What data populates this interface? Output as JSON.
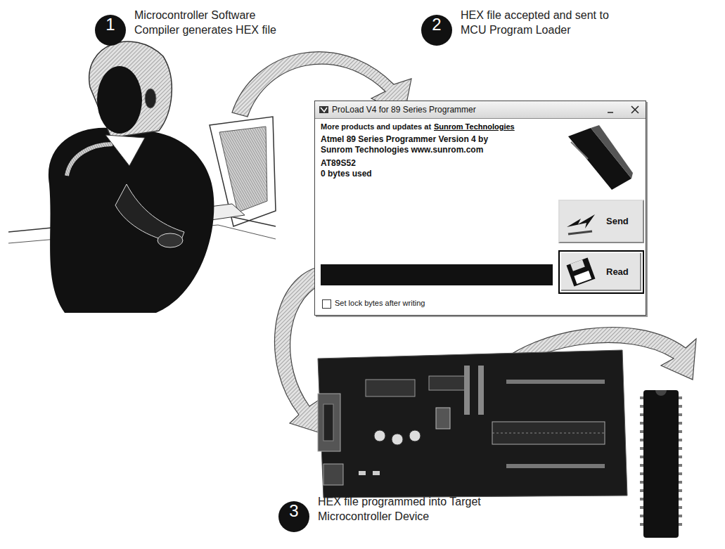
{
  "diagram": {
    "nodes": [
      {
        "text": [
          "1",
          "Microcontroller Software Compiler generates HEX file"
        ]
      },
      {
        "text": [
          "2",
          "HEX file accepted and sent to MCU Program Loader"
        ]
      },
      {
        "text": [
          "ProLoad V4 for 89 Series Programmer",
          "More products and updates at",
          "Sunrom Technologies",
          "Atmel 89 Series Programmer Version 4 by Sunrom Technologies www.sunrom.com",
          "AT89S52",
          "0 bytes used",
          "Set lock bytes after writing"
        ]
      },
      {
        "text": [
          "Send"
        ],
        "in": 2
      },
      {
        "text": [
          "Read"
        ],
        "in": 2
      },
      {
        "text": [
          "3",
          "HEX file programmed into Target Microcontroller Device"
        ]
      }
    ]
  }
}
